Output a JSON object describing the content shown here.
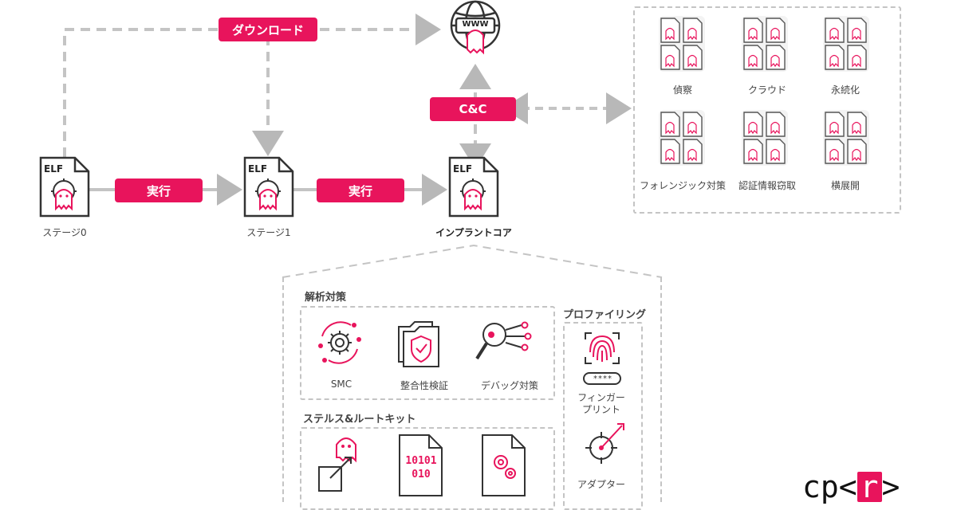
{
  "flow": {
    "download": "ダウンロード",
    "execute1": "実行",
    "execute2": "実行",
    "cnc": "C&C",
    "www": "WWW"
  },
  "stages": [
    {
      "tag": "ELF",
      "label": "ステージ0"
    },
    {
      "tag": "ELF",
      "label": "ステージ1"
    },
    {
      "tag": "ELF",
      "label": "インプラントコア"
    }
  ],
  "modules": [
    "偵察",
    "クラウド",
    "永続化",
    "フォレンジック対策",
    "認証情報窃取",
    "横展開"
  ],
  "anti_analysis": {
    "title": "解析対策",
    "items": [
      "SMC",
      "整合性検証",
      "デバッグ対策"
    ]
  },
  "stealth": {
    "title": "ステルス&ルートキット",
    "binary_text": [
      "10101",
      "010"
    ]
  },
  "profiling": {
    "title": "プロファイリング",
    "fingerprint": [
      "フィンガー",
      "プリント"
    ],
    "password": "****",
    "adapter": "アダプター"
  },
  "logo": {
    "a": "cp",
    "b": "<",
    "c": "r",
    "d": ">"
  },
  "colors": {
    "accent": "#e8145c",
    "dash": "#c4c4c4",
    "text": "#333333"
  }
}
